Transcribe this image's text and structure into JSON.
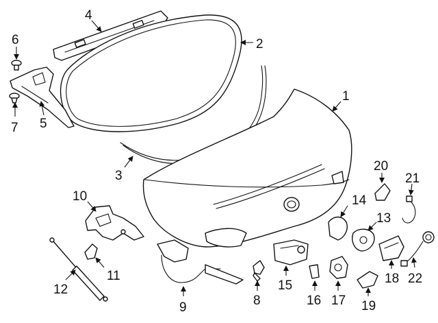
{
  "callouts": [
    {
      "id": "1",
      "text": "1"
    },
    {
      "id": "2",
      "text": "2"
    },
    {
      "id": "3",
      "text": "3"
    },
    {
      "id": "4",
      "text": "4"
    },
    {
      "id": "5",
      "text": "5"
    },
    {
      "id": "6",
      "text": "6"
    },
    {
      "id": "7",
      "text": "7"
    },
    {
      "id": "8",
      "text": "8"
    },
    {
      "id": "9",
      "text": "9"
    },
    {
      "id": "10",
      "text": "10"
    },
    {
      "id": "11",
      "text": "11"
    },
    {
      "id": "12",
      "text": "12"
    },
    {
      "id": "13",
      "text": "13"
    },
    {
      "id": "14",
      "text": "14"
    },
    {
      "id": "15",
      "text": "15"
    },
    {
      "id": "16",
      "text": "16"
    },
    {
      "id": "17",
      "text": "17"
    },
    {
      "id": "18",
      "text": "18"
    },
    {
      "id": "19",
      "text": "19"
    },
    {
      "id": "20",
      "text": "20"
    },
    {
      "id": "21",
      "text": "21"
    },
    {
      "id": "22",
      "text": "22"
    }
  ],
  "colors": {
    "line": "#111111",
    "background": "#ffffff"
  }
}
